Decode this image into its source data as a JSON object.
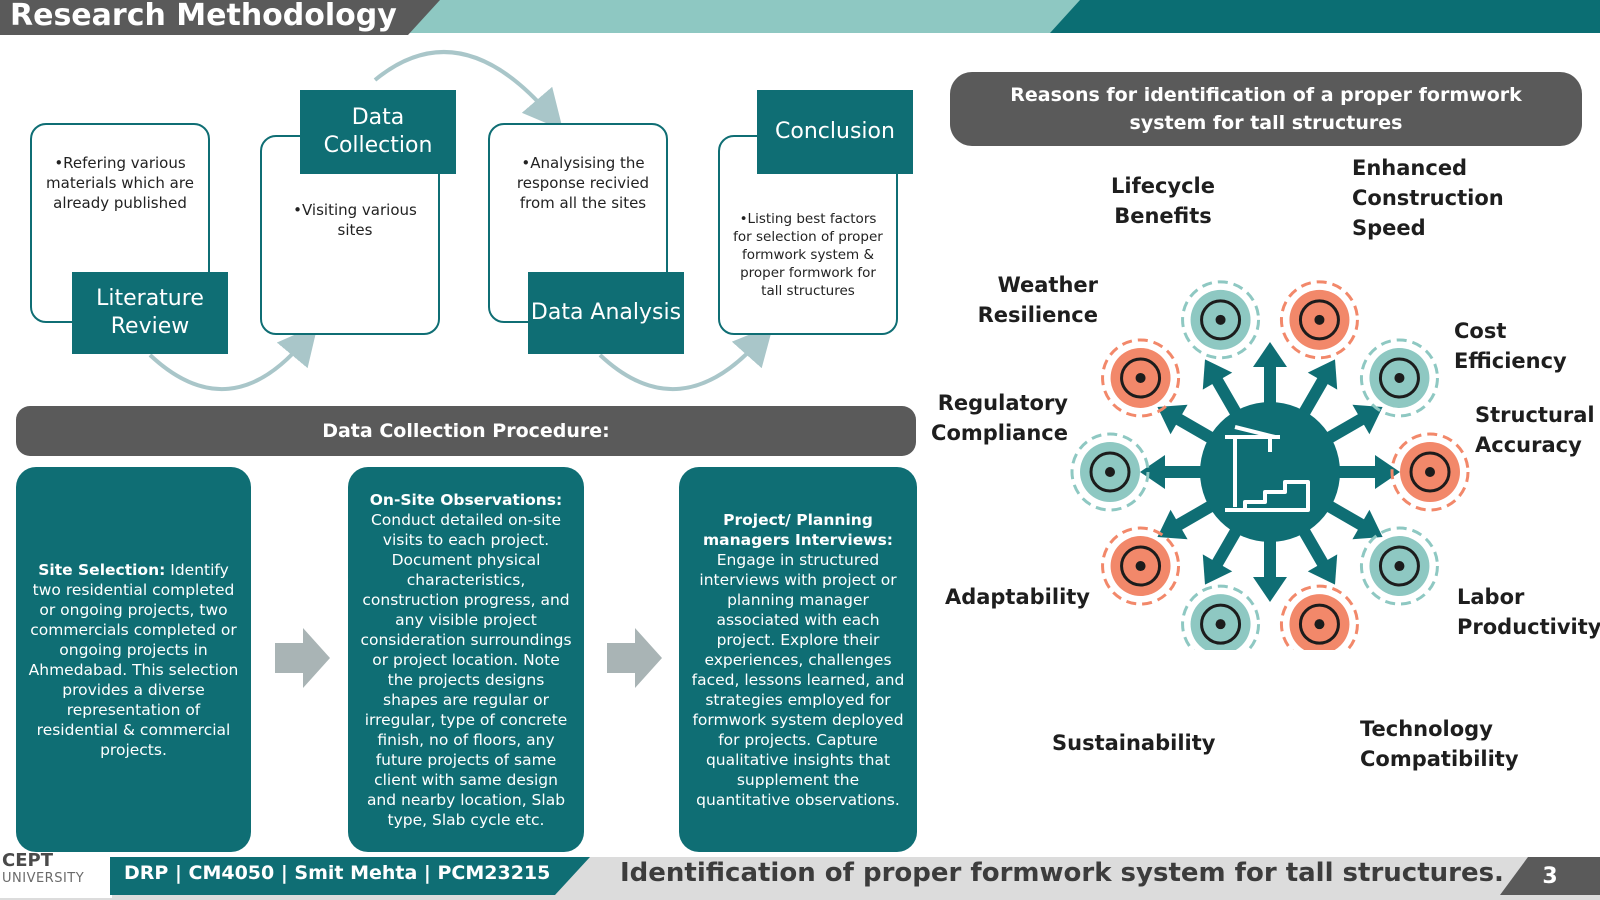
{
  "header": {
    "title": "Research Methodology"
  },
  "flow": {
    "literature": {
      "title": "Literature Review",
      "bullet": "•Refering various materials which are already published"
    },
    "collection": {
      "title": "Data Collection",
      "bullet": "•Visiting various sites"
    },
    "analysis": {
      "title": "Data Analysis",
      "bullet": "•Analysising the response recivied from all the sites"
    },
    "conclusion": {
      "title": "Conclusion",
      "bullet": "•Listing best factors for selection of proper formwork system & proper formwork for tall structures"
    }
  },
  "procedure": {
    "title": "Data Collection Procedure:",
    "site": {
      "heading": "Site Selection:",
      "text": "Identify two residential completed or ongoing projects, two commercials completed or ongoing projects in Ahmedabad. This selection provides a diverse representation of residential & commercial projects."
    },
    "onsite": {
      "heading": "On-Site Observations:",
      "text": "Conduct detailed on-site visits to each project. Document physical characteristics, construction progress, and any visible project consideration surroundings or project location. Note the projects designs shapes are regular or irregular, type of concrete finish, no of floors, any future projects of same client with same design and nearby location, Slab type, Slab cycle etc."
    },
    "interviews": {
      "heading": "Project/ Planning managers Interviews:",
      "text": "Engage in structured interviews with project or planning manager associated with each project. Explore their experiences, challenges faced, lessons learned, and strategies employed for formwork system deployed for projects. Capture qualitative insights that supplement the quantitative observations."
    }
  },
  "reasons": {
    "title": "Reasons for identification of a proper formwork system for tall structures",
    "items": [
      {
        "label": "Lifecycle Benefits",
        "icon": "calendar-dollar-icon",
        "color": "#8ec8c2"
      },
      {
        "label": "Enhanced Construction Speed",
        "icon": "running-person-icon",
        "color": "#f2886a"
      },
      {
        "label": "Cost Efficiency",
        "icon": "calculator-icon",
        "color": "#8ec8c2"
      },
      {
        "label": "Structural Accuracy",
        "icon": "building-measure-icon",
        "color": "#f2886a"
      },
      {
        "label": "Labor Productivity",
        "icon": "worker-icon",
        "color": "#8ec8c2"
      },
      {
        "label": "Technology Compatibility",
        "icon": "tablet-chart-icon",
        "color": "#f2886a"
      },
      {
        "label": "Sustainability",
        "icon": "recycle-leaf-icon",
        "color": "#8ec8c2"
      },
      {
        "label": "Adaptability",
        "icon": "dome-building-icon",
        "color": "#f2886a"
      },
      {
        "label": "Regulatory Compliance",
        "icon": "clipboard-check-icon",
        "color": "#8ec8c2"
      },
      {
        "label": "Weather Resilience",
        "icon": "shield-drop-icon",
        "color": "#f2886a"
      }
    ],
    "center_icon": "crane-building-icon"
  },
  "footer": {
    "logo_line1": "CEPT",
    "logo_line2": "UNIVERSITY",
    "course": "DRP | CM4050 | Smit Mehta | PCM23215",
    "topic": "Identification of proper formwork system for tall structures.",
    "page": "3"
  }
}
